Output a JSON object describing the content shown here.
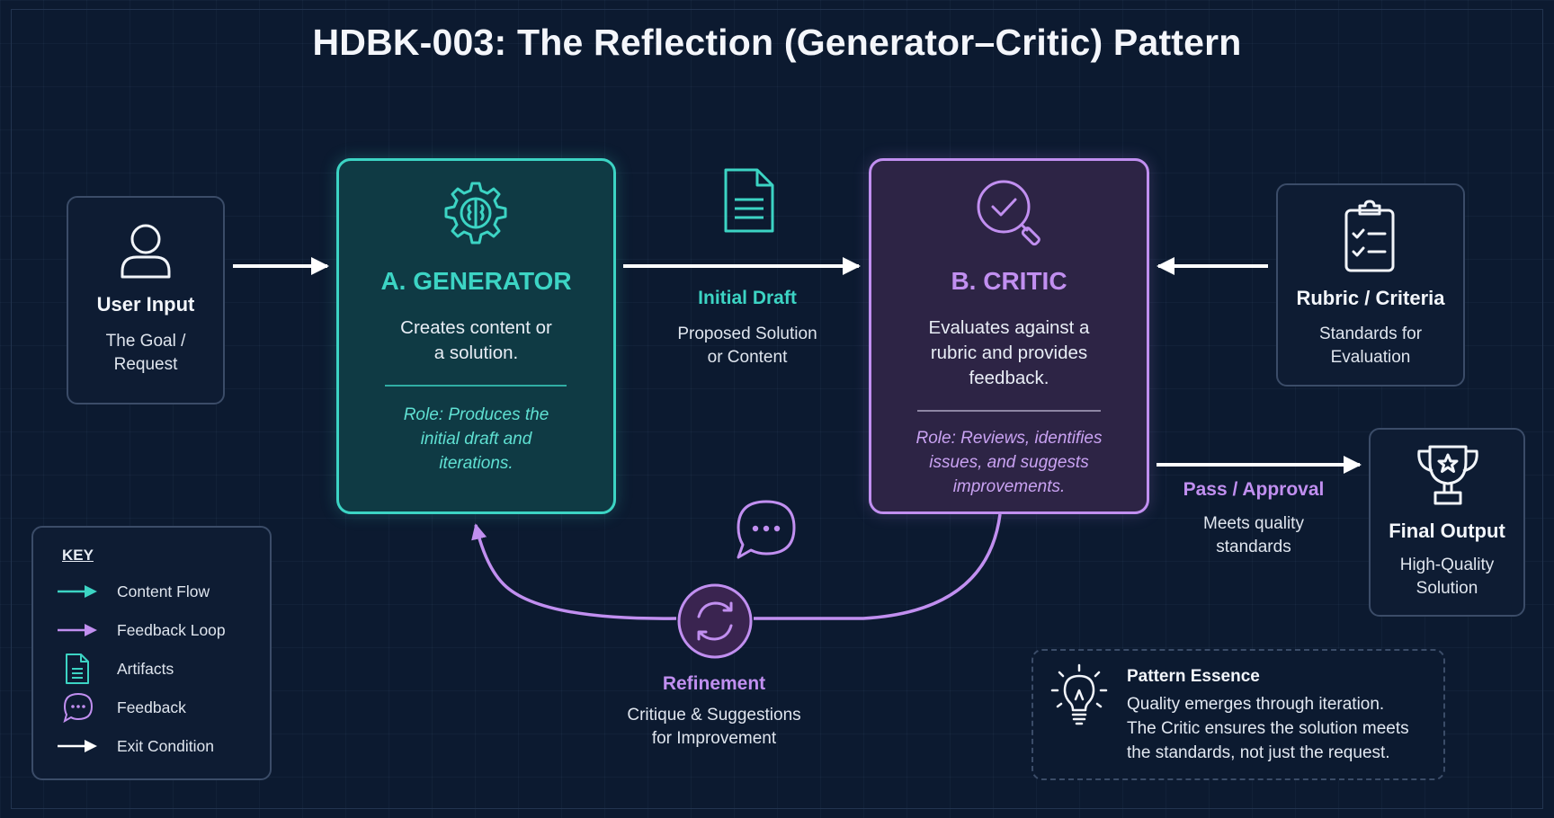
{
  "title": "HDBK-003: The Reflection (Generator–Critic) Pattern",
  "user_input": {
    "label": "User Input",
    "sub": "The Goal /\nRequest"
  },
  "generator": {
    "heading": "A. GENERATOR",
    "description": "Creates content or\na solution.",
    "role": "Role: Produces the\ninitial draft and\niterations."
  },
  "draft": {
    "label": "Initial Draft",
    "sub": "Proposed Solution\nor Content"
  },
  "critic": {
    "heading": "B. CRITIC",
    "description": "Evaluates against a\nrubric and provides\nfeedback.",
    "role": "Role: Reviews, identifies\nissues, and suggests\nimprovements."
  },
  "rubric": {
    "label": "Rubric / Criteria",
    "sub": "Standards for\nEvaluation"
  },
  "pass": {
    "label": "Pass / Approval",
    "sub": "Meets quality\nstandards"
  },
  "final_output": {
    "label": "Final Output",
    "sub": "High-Quality\nSolution"
  },
  "refinement": {
    "label": "Refinement",
    "sub": "Critique & Suggestions\nfor Improvement"
  },
  "key": {
    "title": "KEY",
    "items": [
      {
        "label": "Content Flow",
        "icon": "teal-arrow-icon"
      },
      {
        "label": "Feedback Loop",
        "icon": "violet-arrow-icon"
      },
      {
        "label": "Artifacts",
        "icon": "document-icon"
      },
      {
        "label": "Feedback",
        "icon": "speech-bubble-icon"
      },
      {
        "label": "Exit Condition",
        "icon": "white-arrow-icon"
      }
    ]
  },
  "essence": {
    "title": "Pattern Essence",
    "text": "Quality emerges through iteration.\nThe Critic ensures the solution meets\nthe standards, not just the request."
  },
  "colors": {
    "background": "#0c1a30",
    "generator_accent": "#3cd4c4",
    "critic_accent": "#c18ff0",
    "exit_arrow": "#ffffff"
  }
}
